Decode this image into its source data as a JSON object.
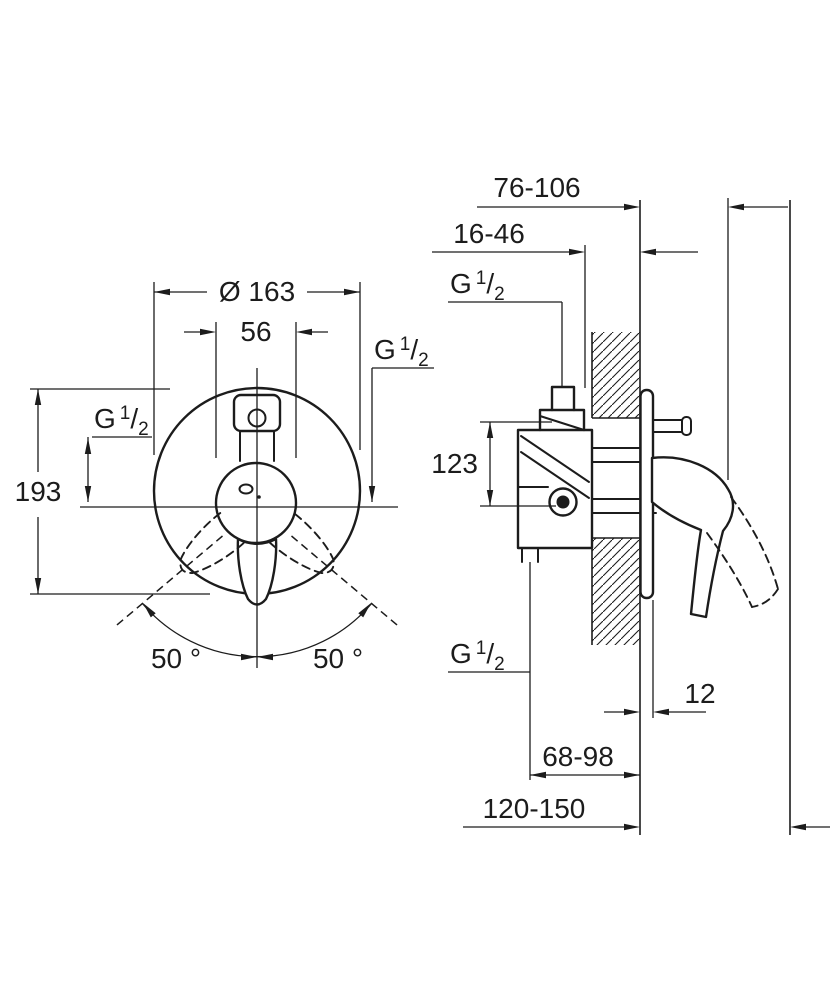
{
  "front_view": {
    "diameter": "Ø 163",
    "handle_width": "56",
    "height": "193",
    "swing_left": "50 °",
    "swing_right": "50 °"
  },
  "side_view": {
    "wall_to_handle": "76-106",
    "plaster_depth": "16-46",
    "outlet_distance": "123",
    "plate_thickness": "12",
    "lower_depth": "68-98",
    "total_depth": "120-150"
  },
  "thread": {
    "g": "G",
    "numerator": "1",
    "slash": "/",
    "denominator": "2"
  },
  "colors": {
    "line": "#1c1c1c",
    "background": "#ffffff"
  }
}
